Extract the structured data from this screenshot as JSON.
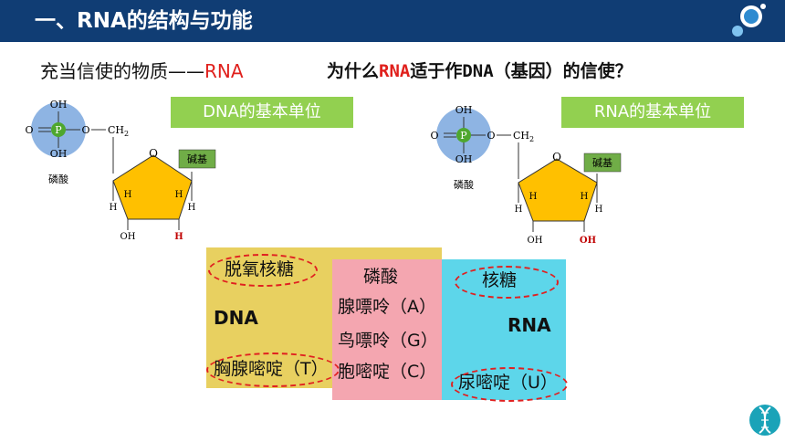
{
  "header": {
    "title": "一、RNA的结构与功能"
  },
  "intro": {
    "prefix": "充当信使的物质——",
    "highlight": "RNA"
  },
  "question": {
    "part1": "为什么",
    "highlight": "RNA",
    "part2": "适于作DNA（基因）的信使？"
  },
  "dna_unit": {
    "label": "DNA的基本单位",
    "phosphate_P": "P",
    "oh_top": "OH",
    "oh_bottom": "OH",
    "o_left": "O",
    "o_right": "O",
    "ch2": "CH",
    "ch2_sub": "2",
    "ring_o": "O",
    "base": "碱基",
    "phosphate_caption": "磷酸",
    "h_left_lower": "H",
    "h_left_upper": "H",
    "h_right_upper": "H",
    "h_right_lower": "H",
    "oh_3prime": "OH",
    "h_2prime": "H"
  },
  "rna_unit": {
    "label": "RNA的基本单位",
    "phosphate_P": "P",
    "oh_top": "OH",
    "oh_bottom": "OH",
    "o_left": "O",
    "o_right": "O",
    "ch2": "CH",
    "ch2_sub": "2",
    "ring_o": "O",
    "base": "碱基",
    "phosphate_caption": "磷酸",
    "h_left_lower": "H",
    "h_left_upper": "H",
    "h_right_upper": "H",
    "h_right_lower": "H",
    "oh_3prime": "OH",
    "oh_2prime": "OH"
  },
  "comparison": {
    "dna_sugar": "脱氧核糖",
    "dna_label": "DNA",
    "dna_base": "胸腺嘧啶（T）",
    "common_phosphate": "磷酸",
    "common_a": "腺嘌呤（A）",
    "common_g": "鸟嘌呤（G）",
    "common_c": "胞嘧啶（C）",
    "rna_sugar": "核糖",
    "rna_label": "RNA",
    "rna_base": "尿嘧啶（U）"
  },
  "colors": {
    "title_bar": "#103d74",
    "accent_red": "#e0201c",
    "unit_label_green": "#92d050",
    "phosphate_blue": "#8eb4e3",
    "phosphate_green": "#4ea72e",
    "pentagon_yellow": "#ffc000",
    "base_box_green": "#70ad47",
    "dna_box_yellow": "#e8d060",
    "common_box_pink": "#f4a6b0",
    "rna_box_cyan": "#5dd6ea"
  }
}
